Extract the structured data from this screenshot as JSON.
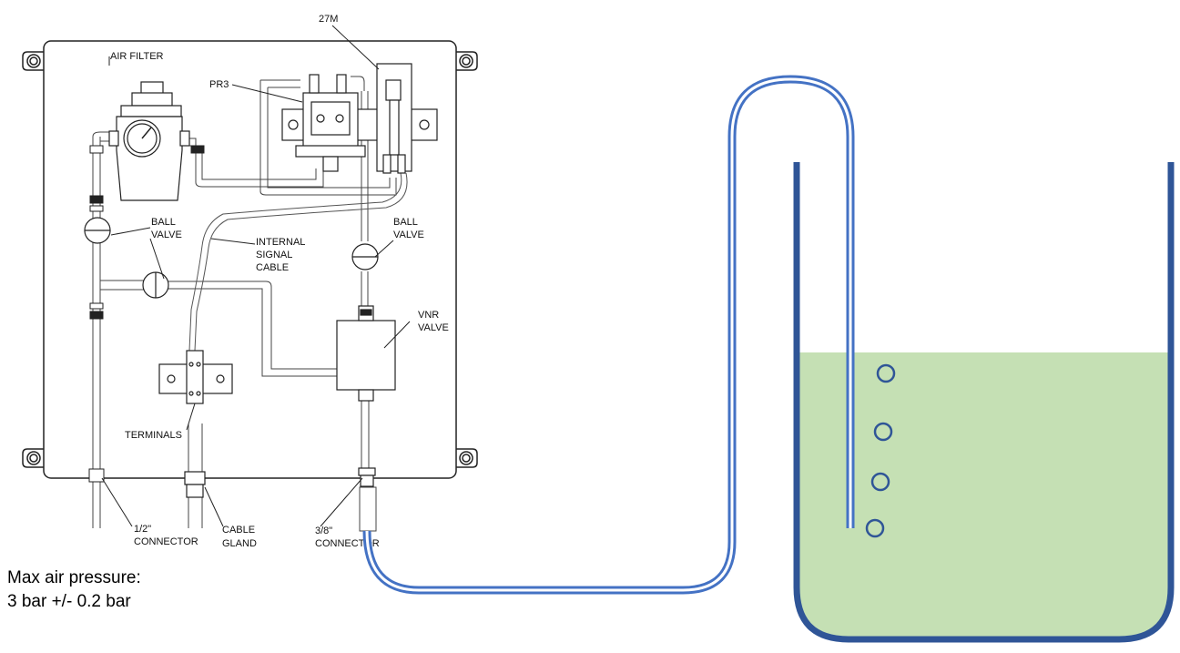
{
  "labels": {
    "air_filter": "AIR FILTER",
    "pr3": "PR3",
    "m27": "27M",
    "ball_valve_left_1": "BALL",
    "ball_valve_left_2": "VALVE",
    "ball_valve_right_1": "BALL",
    "ball_valve_right_2": "VALVE",
    "internal_signal_cable_1": "INTERNAL",
    "internal_signal_cable_2": "SIGNAL",
    "internal_signal_cable_3": "CABLE",
    "vnr_valve_1": "VNR",
    "vnr_valve_2": "VALVE",
    "terminals": "TERMINALS",
    "connector_half_1": "1/2\"",
    "connector_half_2": "CONNECTOR",
    "cable_gland_1": "CABLE",
    "cable_gland_2": "GLAND",
    "connector_3_8_1": "3/8\"",
    "connector_3_8_2": "CONNECTOR"
  },
  "note": {
    "line1": "Max air pressure:",
    "line2": "3 bar +/- 0.2 bar"
  },
  "colors": {
    "tube": "#4472C4",
    "tank_wall": "#2F5597",
    "liquid": "#C5E0B4",
    "bubble": "#2F5597",
    "drawing_line": "#333333"
  }
}
